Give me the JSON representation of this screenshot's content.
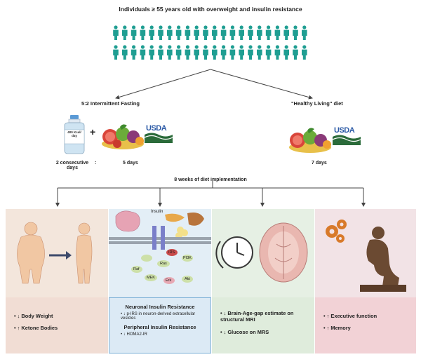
{
  "title": "Individuals ≥ 55 years old with overweight and insulin resistance",
  "arms": {
    "left": {
      "label": "5:2 Intermittent Fasting",
      "bottle_text": "400 Kcal/ day",
      "plus": "+",
      "usda": "USDA",
      "consecutive": "2 consecutive days",
      "colon": ":",
      "days": "5 days"
    },
    "right": {
      "label": "\"Healthy Living\" diet",
      "usda": "USDA",
      "days": "7 days"
    }
  },
  "implementation": "8 weeks of diet implementation",
  "panels": {
    "body": {
      "color": "#f3e6dc"
    },
    "insulin": {
      "color": "#e3eef6",
      "insulin_label": "Insulin",
      "nodes": {
        "irs": "IRS",
        "ras": "Ras",
        "pi3k": "PI3K",
        "raf": "Raf",
        "mek": "MEK",
        "erk": "Erk",
        "akt": "Akt"
      }
    },
    "brain": {
      "color": "#e6f0e4"
    },
    "thinker": {
      "color": "#f2e3e6"
    }
  },
  "outcomes": {
    "body": {
      "color": "#f1ddd4",
      "items": [
        {
          "bullet": "• ↓",
          "text": "Body Weight"
        },
        {
          "bullet": "• ↑",
          "text": "Ketone Bodies"
        }
      ]
    },
    "insulin": {
      "color": "#dceaf5",
      "neuronal_title": "Neuronal Insulin Resistance",
      "neuronal_item": {
        "bullet": "• ↓",
        "text": "p-IRS in neuron-derived extracellular vesicles"
      },
      "peripheral_title": "Peripheral Insulin Resistance",
      "peripheral_item": {
        "bullet": "• ↓",
        "text": "HOMA2-IR"
      }
    },
    "brain": {
      "color": "#dfecdc",
      "items": [
        {
          "bullet": "• ↓",
          "text": "Brain-Age-gap estimate on structural MRI"
        },
        {
          "bullet": "• ↓",
          "text": "Glucose on MRS"
        }
      ]
    },
    "thinker": {
      "color": "#f2d2d6",
      "items": [
        {
          "bullet": "• ↑",
          "text": "Executive function"
        },
        {
          "bullet": "• ↑",
          "text": "Memory"
        }
      ]
    }
  }
}
